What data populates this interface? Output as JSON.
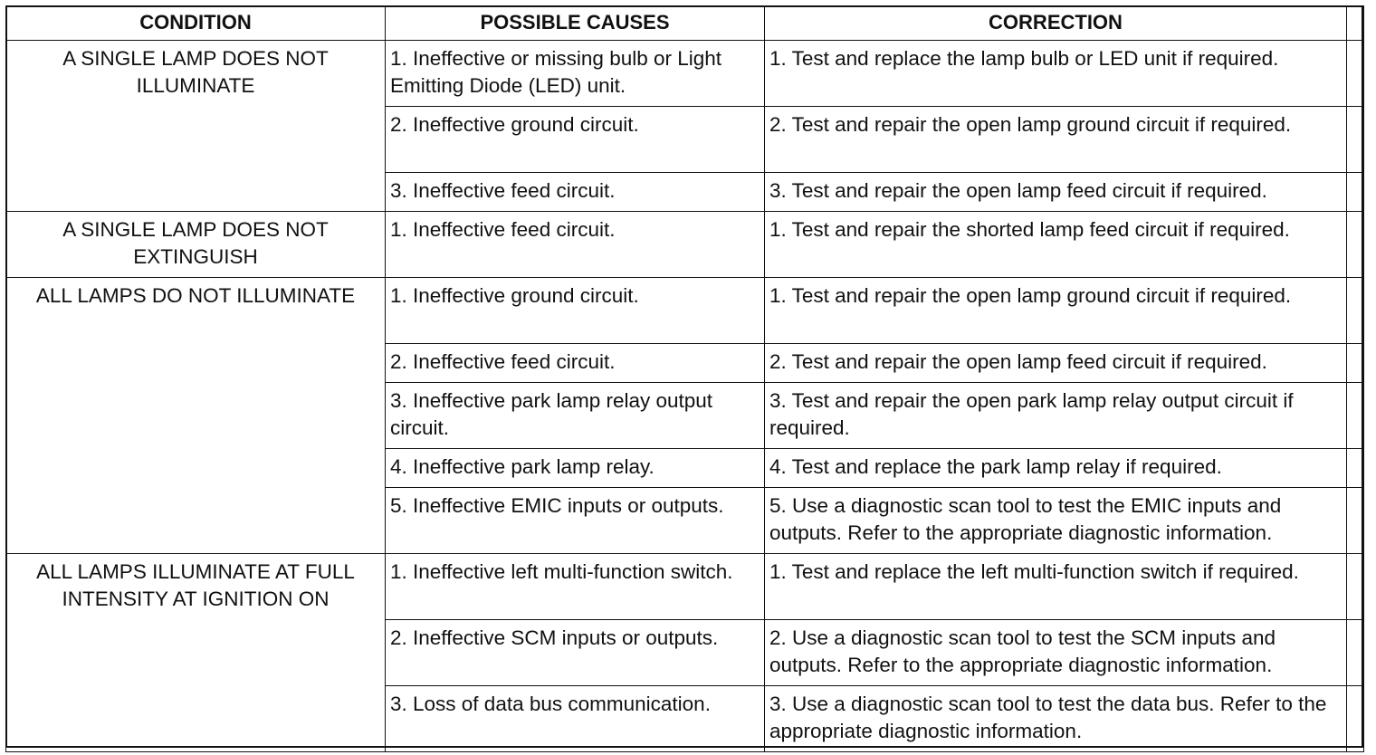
{
  "headers": {
    "condition": "CONDITION",
    "causes": "POSSIBLE CAUSES",
    "correction": "CORRECTION"
  },
  "groups": [
    {
      "condition": "A SINGLE LAMP DOES NOT ILLUMINATE",
      "rows": [
        {
          "cause": "1. Ineffective or missing bulb or Light Emitting Diode (LED) unit.",
          "correction": "1. Test and replace the lamp bulb or LED unit if required."
        },
        {
          "cause": "2. Ineffective ground circuit.",
          "correction": "2. Test and repair the open lamp ground circuit if required."
        },
        {
          "cause": "3. Ineffective feed circuit.",
          "correction": "3. Test and repair the open lamp feed circuit if required."
        }
      ]
    },
    {
      "condition": "A SINGLE LAMP DOES NOT EXTINGUISH",
      "rows": [
        {
          "cause": "1. Ineffective feed circuit.",
          "correction": "1. Test and repair the shorted lamp feed circuit if required."
        }
      ]
    },
    {
      "condition": "ALL LAMPS DO NOT ILLUMINATE",
      "rows": [
        {
          "cause": "1. Ineffective ground circuit.",
          "correction": "1. Test and repair the open lamp ground circuit if required."
        },
        {
          "cause": "2. Ineffective feed circuit.",
          "correction": "2. Test and repair the open lamp feed circuit if required."
        },
        {
          "cause": "3. Ineffective park lamp relay output circuit.",
          "correction": "3. Test and repair the open park lamp relay output circuit if required."
        },
        {
          "cause": "4. Ineffective park lamp relay.",
          "correction": "4. Test and replace the park lamp relay if required."
        },
        {
          "cause": "5. Ineffective EMIC inputs or outputs.",
          "correction": "5. Use a diagnostic scan tool to test the EMIC inputs and outputs. Refer to the appropriate diagnostic information."
        }
      ]
    },
    {
      "condition": "ALL LAMPS ILLUMINATE AT FULL INTENSITY AT IGNITION ON",
      "rows": [
        {
          "cause": "1. Ineffective left multi-function switch.",
          "correction": "1. Test and replace the left multi-function switch if required."
        },
        {
          "cause": "2. Ineffective SCM inputs or outputs.",
          "correction": "2. Use a diagnostic scan tool to test the SCM inputs and outputs. Refer to the appropriate diagnostic information."
        },
        {
          "cause": "3. Loss of data bus communication.",
          "correction": "3. Use a diagnostic scan tool to test the data bus. Refer to the appropriate diagnostic information."
        }
      ]
    }
  ]
}
